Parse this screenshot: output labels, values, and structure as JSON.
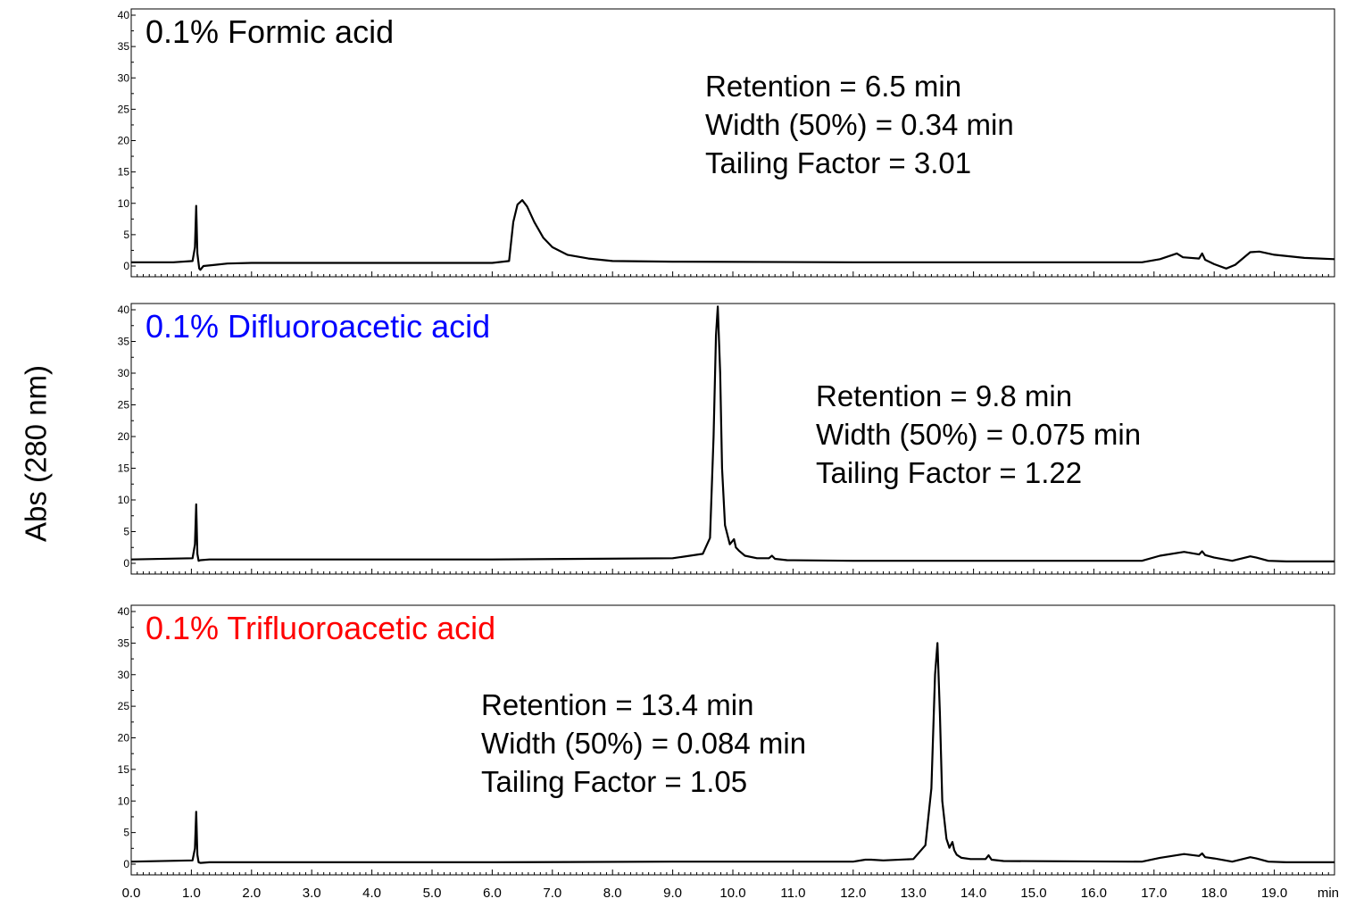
{
  "chart_data": {
    "type": "line",
    "ylabel": "Abs (280 nm)",
    "x_unit": "min",
    "xlim": [
      0.0,
      20.0
    ],
    "x_ticks": [
      "0.0",
      "1.0",
      "2.0",
      "3.0",
      "4.0",
      "5.0",
      "6.0",
      "7.0",
      "8.0",
      "9.0",
      "10.0",
      "11.0",
      "12.0",
      "13.0",
      "14.0",
      "15.0",
      "16.0",
      "17.0",
      "18.0",
      "19.0"
    ],
    "panels": [
      {
        "title": "0.1% Formic acid",
        "title_color": "#000000",
        "ylim": [
          0,
          40
        ],
        "y_ticks": [
          "0",
          "5",
          "10",
          "15",
          "20",
          "25",
          "30",
          "35",
          "40"
        ],
        "annotations": [
          "Retention = 6.5 min",
          "Width (50%) = 0.34 min",
          "Tailing Factor = 3.01"
        ],
        "series": [
          {
            "color": "#000000",
            "x": [
              0.0,
              0.7,
              1.02,
              1.06,
              1.08,
              1.1,
              1.13,
              1.15,
              1.2,
              1.4,
              1.6,
              2.0,
              4.0,
              6.0,
              6.28,
              6.35,
              6.42,
              6.5,
              6.58,
              6.7,
              6.85,
              7.0,
              7.25,
              7.6,
              8.0,
              9.0,
              12.0,
              15.0,
              16.8,
              17.1,
              17.38,
              17.48,
              17.75,
              17.8,
              17.85,
              18.0,
              18.2,
              18.35,
              18.6,
              18.75,
              19.0,
              19.5,
              20.0
            ],
            "y": [
              0.6,
              0.6,
              0.8,
              3.0,
              9.6,
              2.0,
              -0.4,
              -0.6,
              0.0,
              0.2,
              0.4,
              0.5,
              0.5,
              0.5,
              0.8,
              7.0,
              9.8,
              10.5,
              9.5,
              7.0,
              4.5,
              3.0,
              1.8,
              1.2,
              0.8,
              0.7,
              0.6,
              0.6,
              0.6,
              1.1,
              2.0,
              1.4,
              1.2,
              2.0,
              1.0,
              0.3,
              -0.4,
              0.2,
              2.2,
              2.3,
              1.8,
              1.3,
              1.1
            ]
          }
        ]
      },
      {
        "title": "0.1% Difluoroacetic acid",
        "title_color": "#0000ff",
        "ylim": [
          0,
          40
        ],
        "y_ticks": [
          "0",
          "5",
          "10",
          "15",
          "20",
          "25",
          "30",
          "35",
          "40"
        ],
        "annotations": [
          "Retention = 9.8 min",
          "Width (50%) = 0.075 min",
          "Tailing Factor = 1.22"
        ],
        "series": [
          {
            "color": "#000000",
            "x": [
              0.0,
              1.02,
              1.06,
              1.08,
              1.1,
              1.12,
              1.15,
              1.3,
              3.0,
              6.0,
              9.0,
              9.5,
              9.62,
              9.68,
              9.72,
              9.75,
              9.79,
              9.82,
              9.87,
              9.95,
              10.02,
              10.05,
              10.1,
              10.2,
              10.4,
              10.6,
              10.65,
              10.7,
              10.9,
              12.0,
              16.8,
              17.1,
              17.5,
              17.75,
              17.8,
              17.85,
              18.0,
              18.3,
              18.6,
              18.7,
              18.9,
              19.2,
              20.0
            ],
            "y": [
              0.6,
              0.8,
              3.0,
              9.3,
              1.5,
              0.4,
              0.5,
              0.6,
              0.6,
              0.6,
              0.8,
              1.5,
              4.0,
              20.0,
              36.0,
              40.5,
              30.0,
              15.0,
              6.0,
              3.0,
              3.8,
              2.5,
              2.0,
              1.2,
              0.8,
              0.8,
              1.2,
              0.7,
              0.5,
              0.4,
              0.4,
              1.2,
              1.8,
              1.4,
              1.9,
              1.3,
              0.9,
              0.4,
              1.1,
              0.9,
              0.4,
              0.3,
              0.3
            ]
          }
        ]
      },
      {
        "title": "0.1% Trifluoroacetic acid",
        "title_color": "#ff0000",
        "ylim": [
          0,
          40
        ],
        "y_ticks": [
          "0",
          "5",
          "10",
          "15",
          "20",
          "25",
          "30",
          "35",
          "40"
        ],
        "annotations": [
          "Retention = 13.4 min",
          "Width (50%) = 0.084 min",
          "Tailing Factor = 1.05"
        ],
        "series": [
          {
            "color": "#000000",
            "x": [
              0.0,
              1.02,
              1.06,
              1.08,
              1.1,
              1.12,
              1.15,
              1.3,
              3.0,
              6.0,
              9.0,
              12.0,
              12.2,
              12.3,
              12.5,
              13.0,
              13.2,
              13.3,
              13.36,
              13.4,
              13.44,
              13.48,
              13.55,
              13.6,
              13.65,
              13.68,
              13.72,
              13.8,
              13.95,
              14.2,
              14.25,
              14.3,
              14.5,
              16.8,
              17.1,
              17.5,
              17.75,
              17.8,
              17.85,
              18.0,
              18.3,
              18.6,
              18.7,
              18.9,
              19.2,
              20.0
            ],
            "y": [
              0.4,
              0.6,
              2.5,
              8.3,
              1.5,
              0.3,
              0.2,
              0.3,
              0.3,
              0.3,
              0.4,
              0.4,
              0.7,
              0.7,
              0.6,
              0.8,
              3.0,
              12.0,
              30.0,
              35.0,
              24.0,
              10.0,
              4.0,
              2.6,
              3.5,
              2.2,
              1.5,
              1.0,
              0.8,
              0.8,
              1.4,
              0.7,
              0.5,
              0.4,
              1.0,
              1.6,
              1.3,
              1.7,
              1.1,
              0.9,
              0.4,
              1.1,
              0.9,
              0.4,
              0.3,
              0.3
            ]
          }
        ]
      }
    ]
  }
}
